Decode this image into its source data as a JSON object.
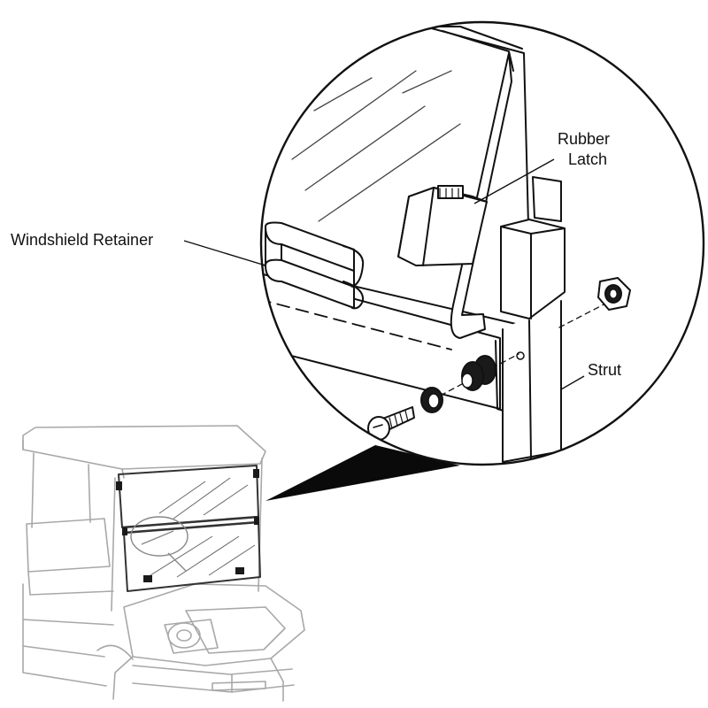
{
  "title": "Windshield installation detail",
  "labels": {
    "rubber_latch_line1": "Rubber",
    "rubber_latch_line2": "Latch",
    "windshield_retainer": "Windshield Retainer",
    "strut": "Strut"
  },
  "colors": {
    "ink": "#111111",
    "cart_ink": "#a8a8a8",
    "glass_hatch": "#555555",
    "fill": "#ffffff",
    "part_dark": "#1a1a1a"
  }
}
